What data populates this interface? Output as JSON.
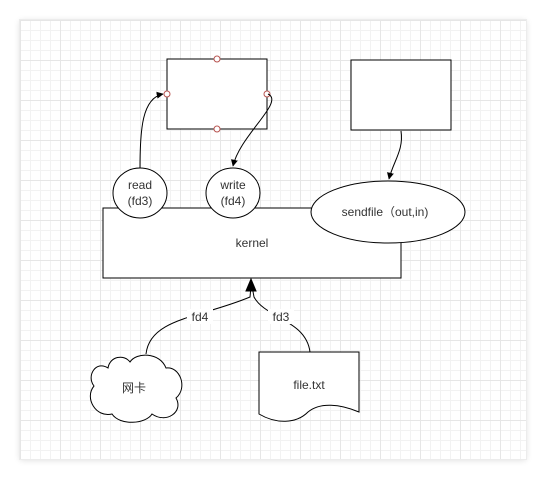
{
  "nodes": {
    "kernel": "kernel",
    "read_l1": "read",
    "read_l2": "(fd3)",
    "write_l1": "write",
    "write_l2": "(fd4)",
    "sendfile": "sendfile（out,in)",
    "nic": "网卡",
    "file": "file.txt"
  },
  "edges": {
    "fd4": "fd4",
    "fd3": "fd3"
  },
  "colors": {
    "stroke": "#000000",
    "text": "#333333",
    "port_fill": "#ffffff",
    "port_stroke": "#b85450"
  }
}
